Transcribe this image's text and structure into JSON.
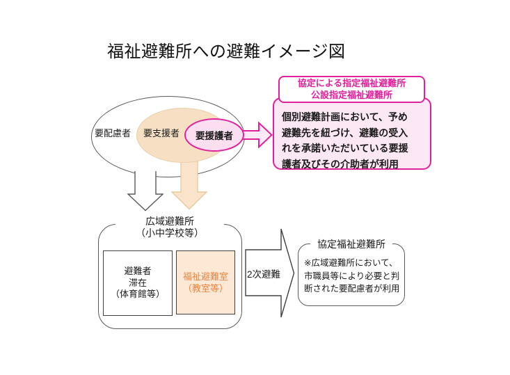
{
  "page": {
    "title": "福祉避難所への避難イメージ図"
  },
  "venn": {
    "outer_label": "要配慮者",
    "middle_label": "要支援者",
    "inner_label": "要援護者"
  },
  "callout": {
    "header_lines": [
      "協定による指定福祉避難所",
      "公設指定福祉避難所"
    ],
    "body_lines": [
      "個別避難計画において、予め",
      "避難先を紐づけ、避難の受入",
      "れを承諾いただいている要援",
      "護者及びその介助者が利用"
    ]
  },
  "wide_shelter": {
    "title_lines": [
      "広域避難所",
      "（小中学校等）"
    ],
    "stay_box_lines": [
      "避難者",
      "滞在",
      "（体育館等）"
    ],
    "welfare_room_lines": [
      "福祉避難室",
      "（教室等）"
    ]
  },
  "secondary_arrow": {
    "label": "2次避難"
  },
  "agreement_shelter": {
    "title": "協定福祉避難所",
    "body_lines": [
      "※広域避難所において、",
      "市職員等により必要と判",
      "断された要配慮者が利用"
    ]
  },
  "icons": {
    "down_arrow_white": "down-arrow",
    "down_arrow_peach": "down-arrow",
    "right_arrow_pink": "right-arrow",
    "secondary_right_arrow": "right-arrow"
  },
  "colors": {
    "magenta": "#df219c",
    "pink_box_fill": "#fce8f5",
    "pink_ellipse_fill": "#fbdff0",
    "pink_arrow_fill": "#fdeaf6",
    "peach_ellipse_fill": "#f7dfc4",
    "peach_arrow_fill": "#f9e3cb",
    "welfare_room_fill": "#fce8d5",
    "welfare_room_text": "#e8843e",
    "outline_gray": "#595959",
    "inner_box_border": "#404040"
  }
}
